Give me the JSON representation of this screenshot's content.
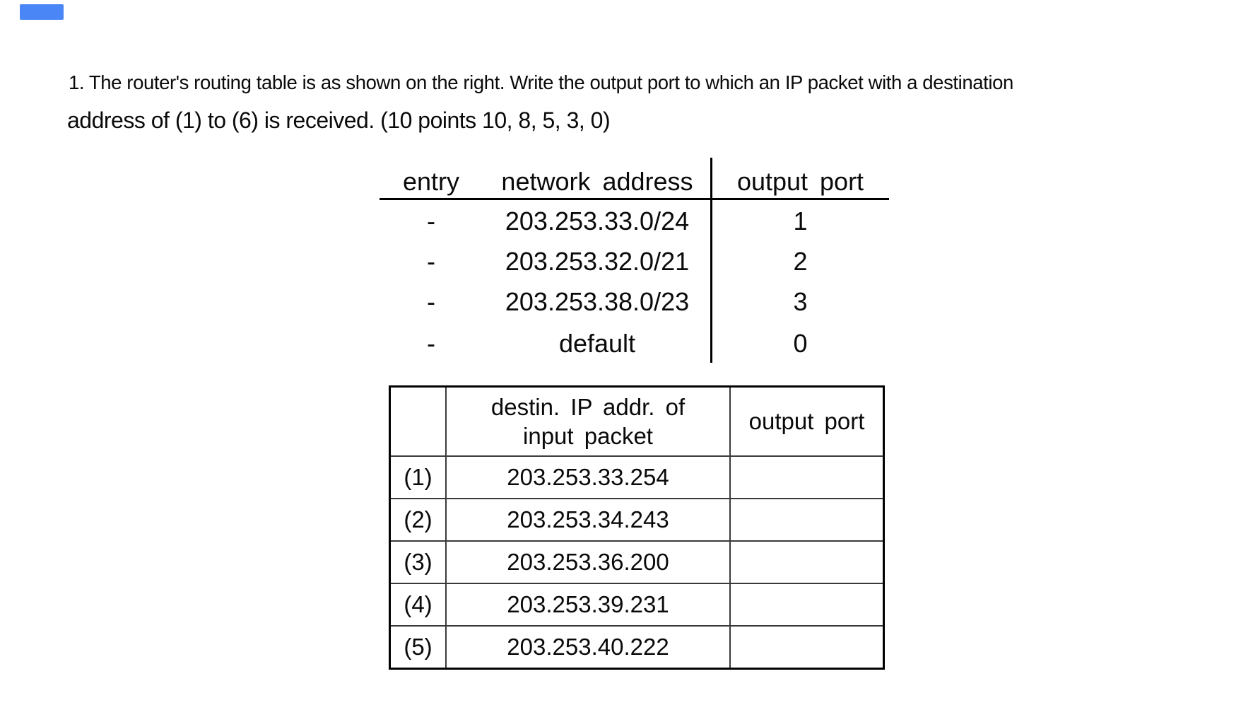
{
  "decor": {
    "blue_marker_color": "#4a86f5"
  },
  "question": {
    "line1": "1. The router's routing table is as shown on the right. Write the output port to which an IP packet with a destination",
    "line2": "address of (1) to (6) is received. (10 points 10, 8, 5, 3, 0)"
  },
  "routing_table": {
    "headers": {
      "entry": "entry",
      "network": "network address",
      "port": "output port"
    },
    "rows": [
      {
        "entry": "-",
        "network": "203.253.33.0/24",
        "port": "1"
      },
      {
        "entry": "-",
        "network": "203.253.32.0/21",
        "port": "2"
      },
      {
        "entry": "-",
        "network": "203.253.38.0/23",
        "port": "3"
      },
      {
        "entry": "-",
        "network": "default",
        "port": "0"
      }
    ]
  },
  "answer_table": {
    "headers": {
      "label": "",
      "dest_line1": "destin. IP addr. of",
      "dest_line2": "input packet",
      "port": "output port"
    },
    "rows": [
      {
        "label": "(1)",
        "address": "203.253.33.254",
        "port": ""
      },
      {
        "label": "(2)",
        "address": "203.253.34.243",
        "port": ""
      },
      {
        "label": "(3)",
        "address": "203.253.36.200",
        "port": ""
      },
      {
        "label": "(4)",
        "address": "203.253.39.231",
        "port": ""
      },
      {
        "label": "(5)",
        "address": "203.253.40.222",
        "port": ""
      }
    ]
  }
}
